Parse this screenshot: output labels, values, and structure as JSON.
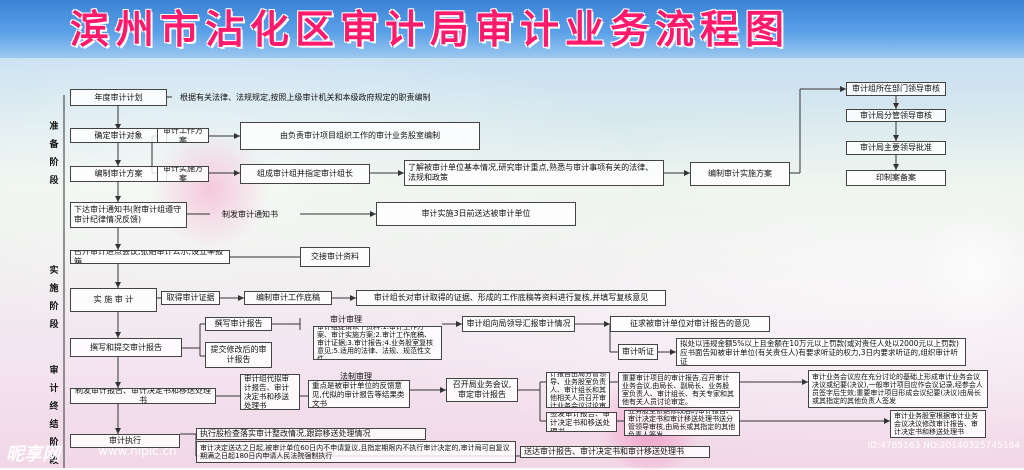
{
  "title": "滨州市沾化区审计局审计业务流程图",
  "phases": {
    "prep": "准备阶段",
    "impl": "实施阶段",
    "end": "审计终结阶段"
  },
  "nodes": {
    "n_plan": "年度审计计划",
    "n_plan_desc": "根据有关法律、法规规定,按照上级审计机关和本级政府规定的职责编制",
    "n_target": "确定审计对象",
    "n_work": "审计工作方案",
    "n_work_desc": "由负责审计项目组织工作的审计业务股室编制",
    "n_impl_plan": "编制审计方案",
    "n_team": "审计实施方案",
    "n_team_desc": "组成审计组并指定审计组长",
    "n_understand": "了解被审计单位基本情况,研究审计重点,熟悉与审计事项有关的法律、法规和政策",
    "n_impl_plan2": "编制审计实施方案",
    "r1": "审计组所在部门领导审核",
    "r2": "审计局分管领导审核",
    "r3": "审计局主要领导批准",
    "r4": "印制案备案",
    "n_notice": "下达审计通知书(附审计组遵守审计纪律情况反馈)",
    "n_notice2": "制发审计通知书",
    "n_notice3": "审计实施3日前送达被审计单位",
    "n_meeting": "召开审计进点会议,张贴审计公示,设立举报箱",
    "n_material": "交接审计资料",
    "n_exec": "实 施 审 计",
    "n_evidence": "取得审计证据",
    "n_draft": "编制审计工作底稿",
    "n_review": "审计组长对审计取得的证据、形成的工作底稿等资料进行复核,并填写复核意见",
    "n_report": "撰写和提交审计报告",
    "n_write": "撰写审计报告",
    "n_review2": "审计审理",
    "n_review2_desc": "审计组提请以下资料:1.审计工作方案、审计实施方案;2.审计工作底稿、审计证据;3.审计报告;4.业务股室复核意见;5.适用的法律、法规、规范性文件。",
    "n_report_leader": "审计组向局领导汇报审计情况",
    "n_opinion": "征求被审计单位对审计报告的意见",
    "n_submit": "提交修改后的审计报告",
    "n_hearing": "审计听证",
    "n_hearing_desc": "拟处以违规金额5%以上且金额在10万元以上罚款(或对责任人处以2000元以上罚款)应书面告知被审计单位(有关责任人)有要求听证的权力,3日内要求听证的,组织审计听证",
    "n_issue": "制发审计报告、审计决定书和移送处理书",
    "n_group": "审计组代拟审计报告、审计决定书和移送处理书",
    "n_legal": "法制审理",
    "n_legal_desc": "重点是被审计单位的反馈意见,代拟的审计报告等结果类文书",
    "n_meeting2": "召开局业务会议,审定审计报告",
    "n_general": "一般审计项目的审计报告由局分管领导、业务股室负责人、审计组长和其他相关人员召开审计业务会议讨论审定。",
    "n_major": "重要审计项目的审计报告,召开审计业务会议,由局长、副局长、业务股室负责人、审计组长、有关专家和其他有关人员讨论审定。",
    "n_meeting3": "审计业务会议应在充分讨论的基础上形成审计业务会议决议或纪要(决议),一般审计项目应作会议记录,经参会人员签字后生效;重要审计项目形成会议纪要(决议)由局长或其指定的其他负责人签发",
    "n_sign": "签发审计报告、审计决定书和移送处理书",
    "n_modify": "业务股室依据修改后的审计报告、审计决定书和审计移送处理书送分管领导审核,由局长或其指定的其他负责人签发",
    "n_doc": "审计业务股室根据审计业务会议决议修改审计报告、审计决定书和移送处理书",
    "n_execute": "审计执行",
    "n_execute_desc": "执行股检查落实审计整改情况,跟踪移送处理情况",
    "n_decide": "审计决定送达之日起,被审计单位60日内不申请复议,且指定期限内不执行审计决定的,审计局可自复议期满之日起180日内申请人民法院强制执行",
    "n_send": "送达审计报告、审计决定书和审计移送处理书"
  },
  "watermark": {
    "left": "昵享网",
    "url": "www.nipic.cn",
    "id": "ID:4785163 NO:20140325745194"
  }
}
